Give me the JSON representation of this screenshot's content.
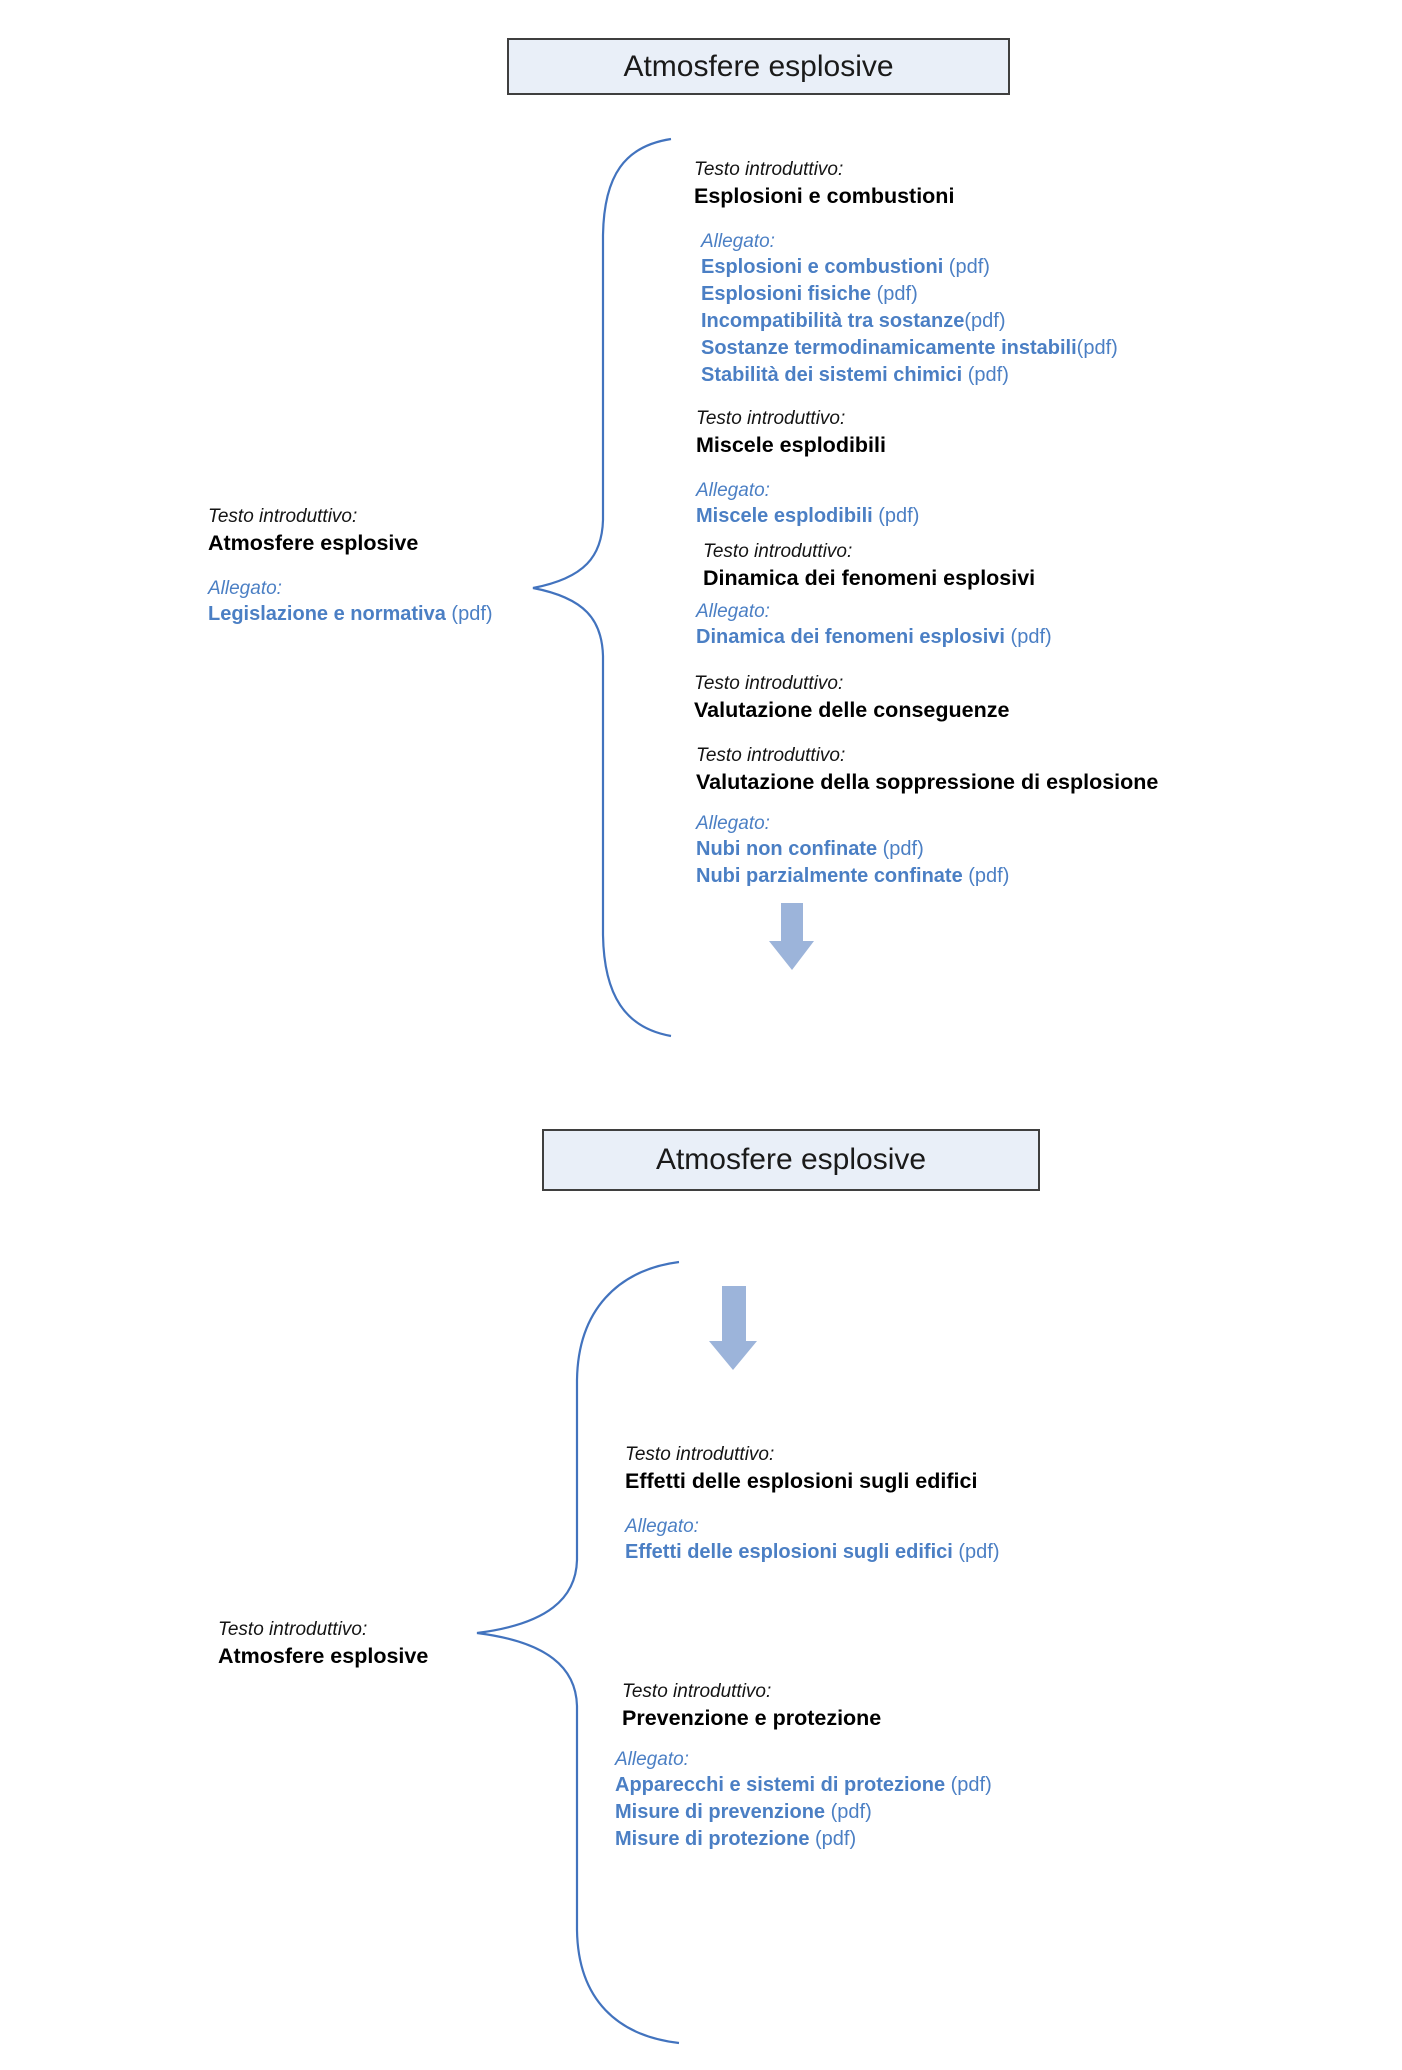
{
  "colors": {
    "accent_link": "#4B7FC4",
    "brace": "#4273BE",
    "arrow_fill": "#9CB4DA",
    "title_box_fill": "#E9EFF8",
    "title_box_border": "#3F3F3F",
    "text": "#1A1A1A"
  },
  "icons": {
    "arrow_down_1": "down-arrow",
    "arrow_down_2": "down-arrow",
    "brace_1": "left-curly-brace",
    "brace_2": "left-curly-brace"
  },
  "section1": {
    "title": "Atmosfere esplosive",
    "left_label": {
      "intro_label": "Testo introduttivo:",
      "name": "Atmosfere esplosive",
      "allegato_label": "Allegato:",
      "attachments": [
        {
          "name": "Legislazione e normativa",
          "pdf": " (pdf)"
        }
      ]
    },
    "blocks": [
      {
        "intro_label": "Testo introduttivo:",
        "title": "Esplosioni e combustioni",
        "allegato_label": "Allegato:",
        "attachments": [
          {
            "name": "Esplosioni e combustioni",
            "pdf": " (pdf)"
          },
          {
            "name": "Esplosioni fisiche",
            "pdf": " (pdf)"
          },
          {
            "name": "Incompatibilità tra sostanze",
            "pdf": "(pdf)"
          },
          {
            "name": "Sostanze termodinamicamente instabili",
            "pdf": "(pdf)"
          },
          {
            "name": "Stabilità dei sistemi chimici",
            "pdf": " (pdf)"
          }
        ]
      },
      {
        "intro_label": "Testo introduttivo:",
        "title": "Miscele esplodibili",
        "allegato_label": "Allegato:",
        "attachments": [
          {
            "name": "Miscele esplodibili",
            "pdf": " (pdf)"
          }
        ]
      },
      {
        "intro_label": "Testo introduttivo:",
        "title": "Dinamica dei fenomeni esplosivi",
        "allegato_label": "Allegato:",
        "attachments": [
          {
            "name": "Dinamica dei fenomeni esplosivi",
            "pdf": " (pdf)"
          }
        ]
      },
      {
        "intro_label": "Testo introduttivo:",
        "title": "Valutazione delle conseguenze"
      },
      {
        "intro_label": "Testo introduttivo:",
        "title": "Valutazione della soppressione di esplosione",
        "allegato_label": "Allegato:",
        "attachments": [
          {
            "name": "Nubi non confinate",
            "pdf": " (pdf)"
          },
          {
            "name": "Nubi parzialmente confinate",
            "pdf": " (pdf)"
          }
        ]
      }
    ]
  },
  "section2": {
    "title": "Atmosfere esplosive",
    "left_label": {
      "intro_label": "Testo introduttivo:",
      "name": "Atmosfere esplosive"
    },
    "blocks": [
      {
        "intro_label": "Testo introduttivo:",
        "title": "Effetti delle esplosioni sugli edifici",
        "allegato_label": "Allegato:",
        "attachments": [
          {
            "name": "Effetti delle esplosioni sugli edifici",
            "pdf": " (pdf)"
          }
        ]
      },
      {
        "intro_label": "Testo introduttivo:",
        "title": "Prevenzione e protezione",
        "allegato_label": "Allegato:",
        "attachments": [
          {
            "name": "Apparecchi e sistemi di protezione",
            "pdf": " (pdf)"
          },
          {
            "name": "Misure di prevenzione",
            "pdf": " (pdf)"
          },
          {
            "name": "Misure di protezione",
            "pdf": " (pdf)"
          }
        ]
      }
    ]
  }
}
